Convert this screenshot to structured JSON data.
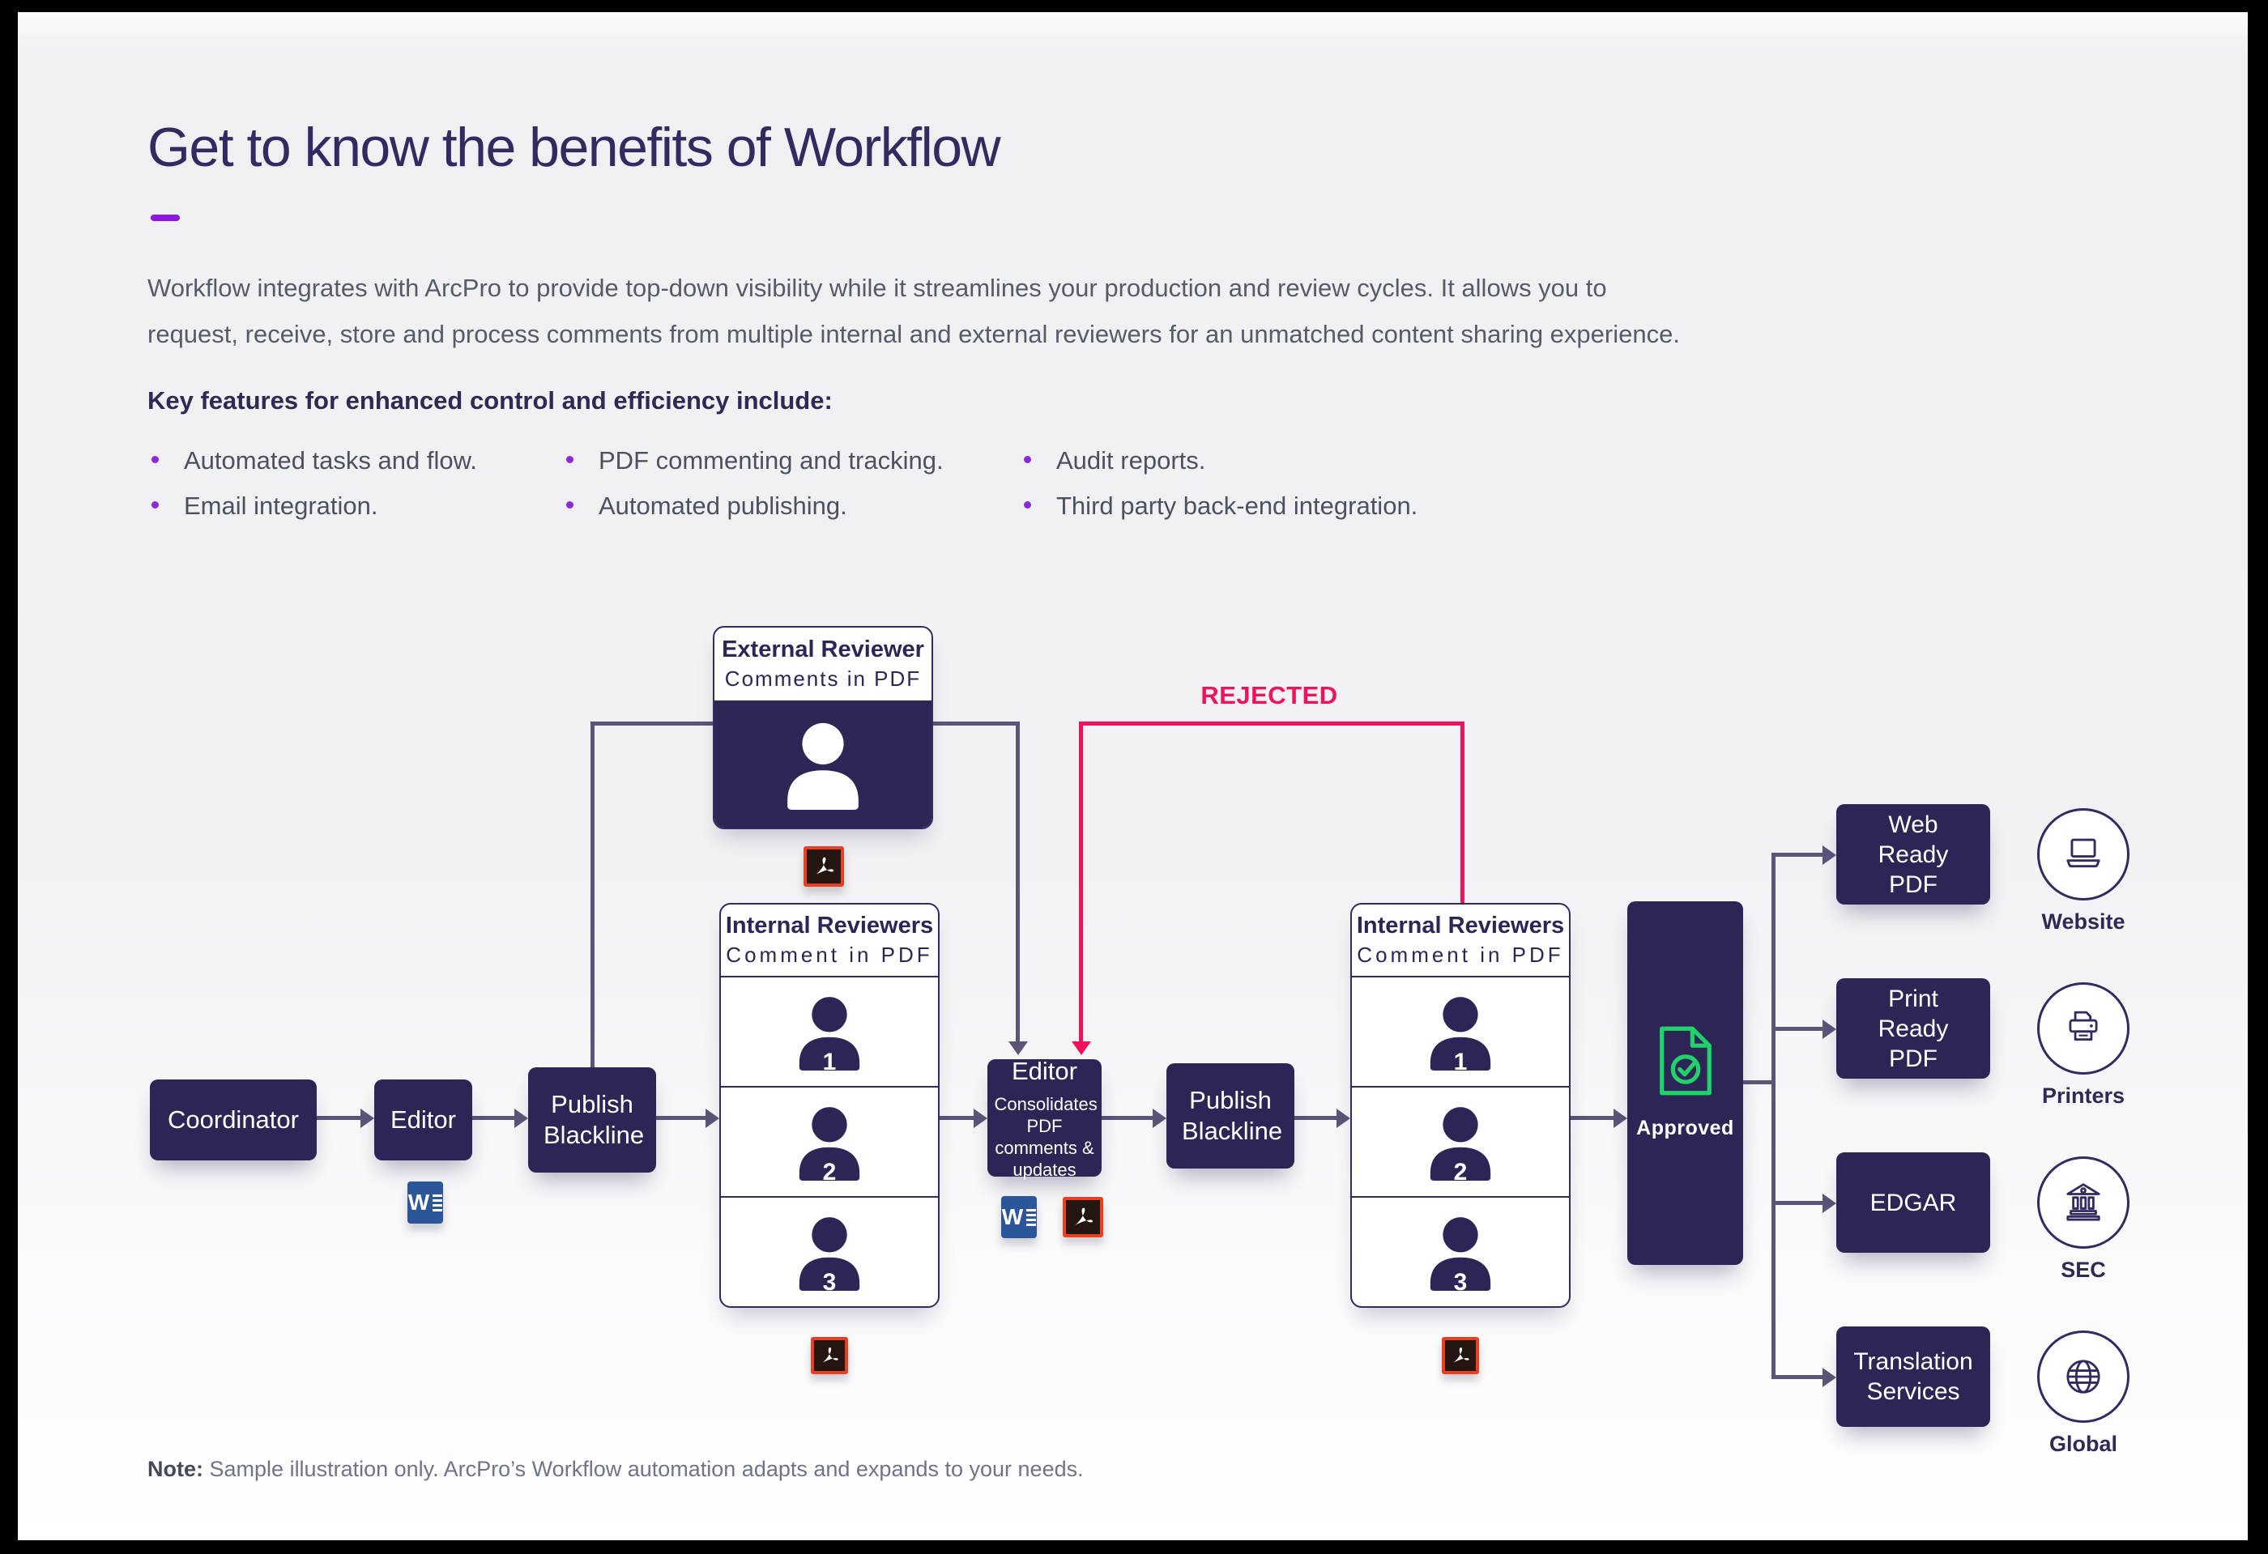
{
  "header": {
    "title": "Get to know the benefits of Workflow",
    "intro_line1": "Workflow integrates with ArcPro to provide top-down visibility while it streamlines your production and review cycles. It allows you to",
    "intro_line2": "request, receive, store and process comments from multiple internal and external reviewers for an unmatched content sharing experience.",
    "features_heading": "Key features for enhanced control and efficiency include:",
    "features": [
      "Automated tasks and flow.",
      "Email integration.",
      "PDF commenting and tracking.",
      "Automated publishing.",
      "Audit reports.",
      "Third party back-end integration."
    ]
  },
  "diagram": {
    "coordinator": {
      "label": "Coordinator"
    },
    "editor": {
      "label": "Editor"
    },
    "publish_blackline_1": {
      "label": "Publish Blackline"
    },
    "publish_blackline_2": {
      "label": "Publish Blackline"
    },
    "external_reviewer": {
      "title": "External Reviewer",
      "subtitle": "Comments in PDF"
    },
    "internal_reviewers_1": {
      "title": "Internal Reviewers",
      "subtitle": "Comment in PDF",
      "members": [
        "1",
        "2",
        "3"
      ]
    },
    "internal_reviewers_2": {
      "title": "Internal Reviewers",
      "subtitle": "Comment in PDF",
      "members": [
        "1",
        "2",
        "3"
      ]
    },
    "editor_consolidates": {
      "title": "Editor",
      "subtitle": "Consolidates PDF comments & updates"
    },
    "rejected_label": "REJECTED",
    "approved": {
      "label": "Approved"
    },
    "outputs": [
      {
        "box": "Web Ready PDF",
        "target": "Website",
        "icon": "laptop-icon"
      },
      {
        "box": "Print Ready PDF",
        "target": "Printers",
        "icon": "printer-icon"
      },
      {
        "box": "EDGAR",
        "target": "SEC",
        "icon": "bank-icon"
      },
      {
        "box": "Translation Services",
        "target": "Global",
        "icon": "globe-icon"
      }
    ]
  },
  "icons": {
    "word_letter": "W"
  },
  "footer": {
    "note_label": "Note:",
    "note_text": "Sample illustration only. ArcPro’s Workflow automation adapts and expands to your needs."
  },
  "colors": {
    "box_dark": "#2E2557",
    "connector": "#5C5578",
    "rejected_pink": "#F0135C",
    "approved_green": "#1FD36A",
    "accent_purple": "#8A16E8",
    "bullet_purple": "#8A2BD8",
    "title_navy": "#332A60",
    "word_blue": "#2B579A",
    "acrobat_red": "#E8401F"
  }
}
